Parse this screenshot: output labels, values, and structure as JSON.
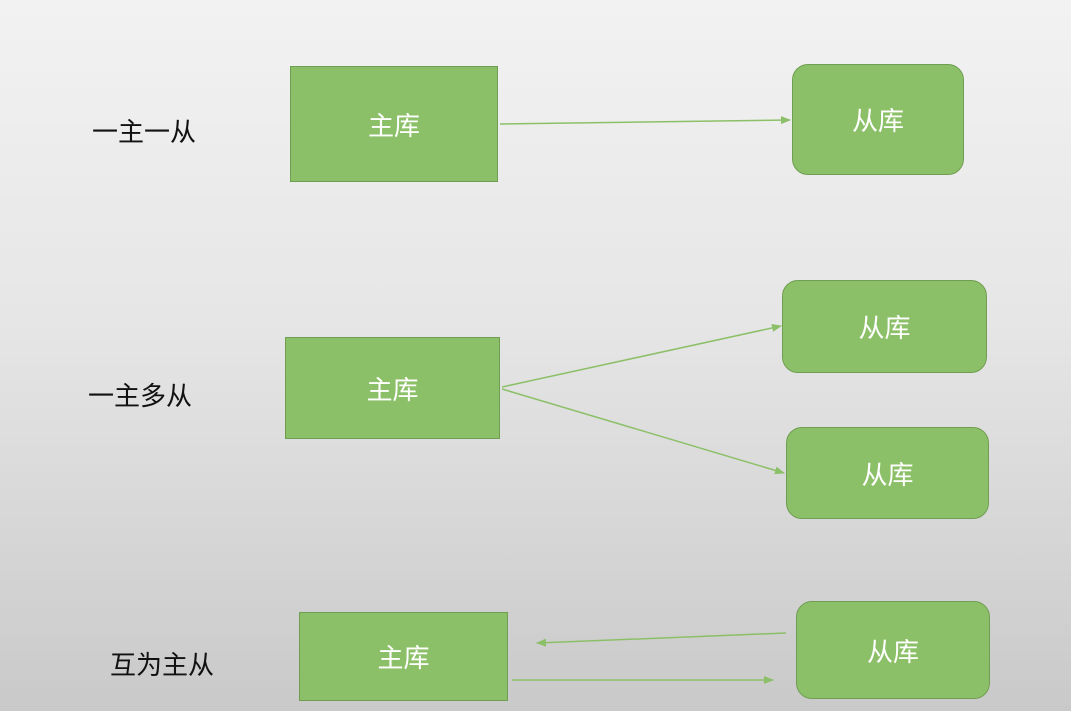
{
  "colors": {
    "node_fill": "#8cc068",
    "node_border": "#6f9e51",
    "arrow": "#8cc068",
    "label_text": "#111111",
    "node_text": "#ffffff"
  },
  "rows": [
    {
      "label": "一主一从",
      "master": "主库",
      "slaves": [
        "从库"
      ],
      "direction": "master-to-slave"
    },
    {
      "label": "一主多从",
      "master": "主库",
      "slaves": [
        "从库",
        "从库"
      ],
      "direction": "master-to-slaves"
    },
    {
      "label": "互为主从",
      "master": "主库",
      "slaves": [
        "从库"
      ],
      "direction": "bidirectional"
    }
  ]
}
